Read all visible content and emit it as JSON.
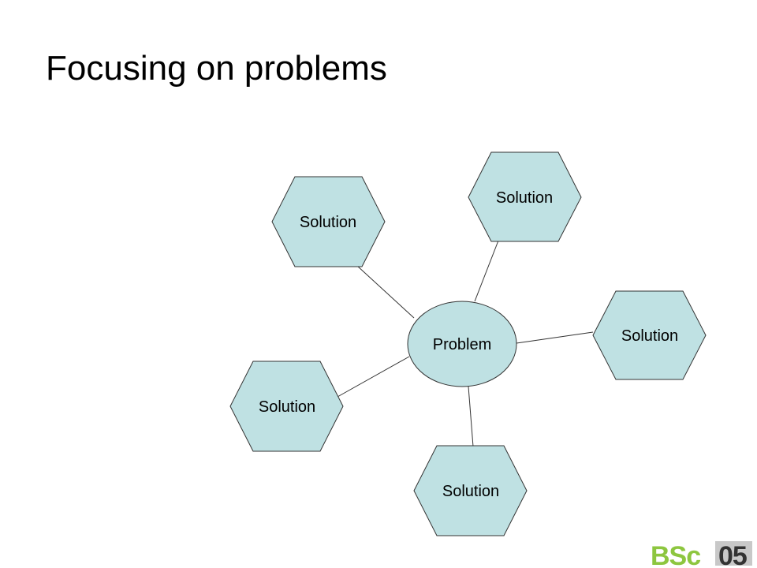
{
  "slide": {
    "title": "Focusing on problems"
  },
  "diagram": {
    "center": {
      "label": "Problem"
    },
    "solutions": [
      {
        "label": "Solution"
      },
      {
        "label": "Solution"
      },
      {
        "label": "Solution"
      },
      {
        "label": "Solution"
      },
      {
        "label": "Solution"
      }
    ],
    "colors": {
      "shape_fill": "#bfe1e3",
      "shape_stroke": "#333333",
      "connector": "#333333"
    }
  },
  "logo": {
    "text_left": "BSc",
    "text_right": "05",
    "colors": {
      "left": "#8dc63f",
      "right_fill": "#333333",
      "right_bg": "#c8c8c8"
    }
  }
}
